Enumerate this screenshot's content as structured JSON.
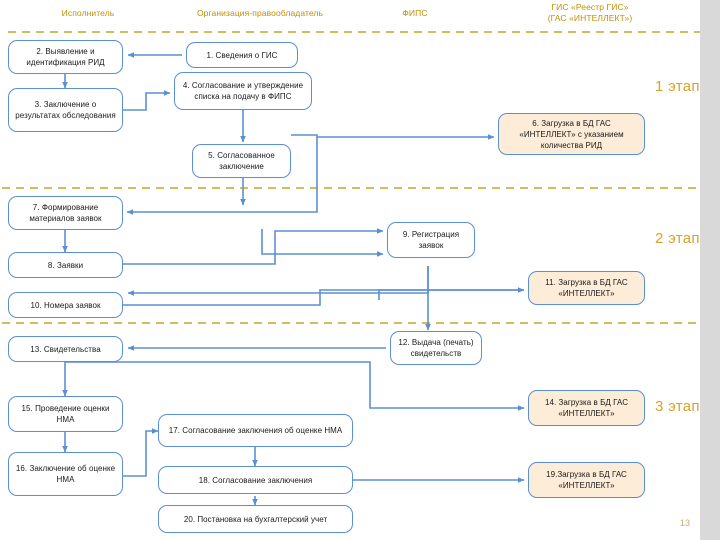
{
  "slide": {
    "page_number": "13",
    "background": "#ffffff",
    "accent_border": "#5b8fd4",
    "accent_fill": "#fdecd7",
    "header_color": "#bf9000",
    "stage_color": "#d9a326",
    "divider_color": "#bf9000"
  },
  "columns": [
    {
      "id": "col-ispolnitel",
      "label": "Исполнитель"
    },
    {
      "id": "col-organizatsiya",
      "label": "Организация-правообладатель"
    },
    {
      "id": "col-fips",
      "label": "ФИПС"
    },
    {
      "id": "col-gis",
      "label": "ГИС «Реестр ГИС»\n(ГАС «ИНТЕЛЛЕКТ»)",
      "line1": "ГИС «Реестр ГИС»",
      "line2": "(ГАС «ИНТЕЛЛЕКТ»)"
    }
  ],
  "stages": [
    {
      "id": "stage-1",
      "label": "1 этап"
    },
    {
      "id": "stage-2",
      "label": "2 этап"
    },
    {
      "id": "stage-3",
      "label": "3 этап"
    }
  ],
  "nodes": [
    {
      "id": "n1",
      "label": "1. Сведения о ГИС",
      "fill": "white"
    },
    {
      "id": "n2",
      "label": "2. Выявление и идентификация РИД",
      "fill": "white"
    },
    {
      "id": "n3",
      "label": "3. Заключение о результатах обследования",
      "fill": "white"
    },
    {
      "id": "n4",
      "label": "4. Согласование и утверждение списка на подачу в ФИПС",
      "fill": "white"
    },
    {
      "id": "n5",
      "label": "5.  Согласованное заключение",
      "fill": "white"
    },
    {
      "id": "n6",
      "label": "6. Загрузка в БД ГАС «ИНТЕЛЛЕКТ» с указанием количества РИД",
      "fill": "cream"
    },
    {
      "id": "n7",
      "label": "7. Формирование материалов заявок",
      "fill": "white"
    },
    {
      "id": "n8",
      "label": "8. Заявки",
      "fill": "white"
    },
    {
      "id": "n9",
      "label": "9. Регистрация заявок",
      "fill": "white"
    },
    {
      "id": "n10",
      "label": "10. Номера заявок",
      "fill": "white"
    },
    {
      "id": "n11",
      "label": "11. Загрузка в БД ГАС «ИНТЕЛЛЕКТ»",
      "fill": "cream"
    },
    {
      "id": "n12",
      "label": "12. Выдача (печать) свидетельств",
      "fill": "white"
    },
    {
      "id": "n13",
      "label": "13. Свидетельства",
      "fill": "white"
    },
    {
      "id": "n14",
      "label": "14. Загрузка в БД ГАС «ИНТЕЛЛЕКТ»",
      "fill": "cream"
    },
    {
      "id": "n15",
      "label": "15. Проведение оценки НМА",
      "fill": "white"
    },
    {
      "id": "n16",
      "label": "16. Заключение об оценке НМА",
      "fill": "white"
    },
    {
      "id": "n17",
      "label": "17. Согласование заключения об оценке НМА",
      "fill": "white"
    },
    {
      "id": "n18",
      "label": "18. Согласование заключения",
      "fill": "white"
    },
    {
      "id": "n19",
      "label": "19.Загрузка в БД ГАС «ИНТЕЛЛЕКТ»",
      "fill": "cream"
    },
    {
      "id": "n20",
      "label": "20. Постановка на бухгалтерский учет",
      "fill": "white"
    }
  ]
}
